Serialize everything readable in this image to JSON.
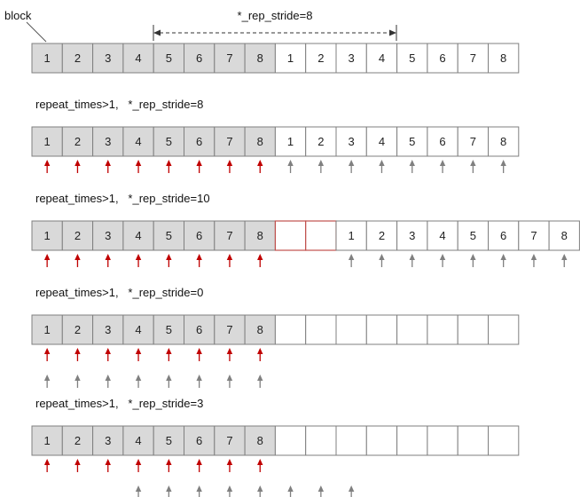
{
  "top": {
    "block_label": "block",
    "stride_label": "*_rep_stride=8",
    "cells": [
      "1",
      "2",
      "3",
      "4",
      "5",
      "6",
      "7",
      "8",
      "1",
      "2",
      "3",
      "4",
      "5",
      "6",
      "7",
      "8"
    ],
    "gray_count": 8
  },
  "colors": {
    "gray_fill": "#d9d9d9",
    "cell_border": "#7f7f7f",
    "empty_red_border": "#c0504d",
    "arrow_red": "#c00000",
    "arrow_gray": "#808080"
  },
  "rows": [
    {
      "caption": "repeat_times>1,   *_rep_stride=8",
      "cells": [
        "1",
        "2",
        "3",
        "4",
        "5",
        "6",
        "7",
        "8",
        "1",
        "2",
        "3",
        "4",
        "5",
        "6",
        "7",
        "8"
      ],
      "empty_red_cells": 0,
      "red_arrows": 8,
      "gray_arrow_level": "same",
      "gray_arrows_from": 8,
      "gray_arrows_count": 8
    },
    {
      "caption": "repeat_times>1,   *_rep_stride=10",
      "cells": [
        "1",
        "2",
        "3",
        "4",
        "5",
        "6",
        "7",
        "8",
        "",
        "",
        "1",
        "2",
        "3",
        "4",
        "5",
        "6",
        "7",
        "8"
      ],
      "empty_red_cells": 2,
      "red_arrows": 8,
      "gray_arrow_level": "same",
      "gray_arrows_from": 10,
      "gray_arrows_count": 8
    },
    {
      "caption": "repeat_times>1,   *_rep_stride=0",
      "cells": [
        "1",
        "2",
        "3",
        "4",
        "5",
        "6",
        "7",
        "8",
        "",
        "",
        "",
        "",
        "",
        "",
        "",
        ""
      ],
      "empty_red_cells": 0,
      "red_arrows": 8,
      "gray_arrow_level": "below",
      "gray_arrows_from": 0,
      "gray_arrows_count": 8
    },
    {
      "caption": "repeat_times>1,   *_rep_stride=3",
      "cells": [
        "1",
        "2",
        "3",
        "4",
        "5",
        "6",
        "7",
        "8",
        "",
        "",
        "",
        "",
        "",
        "",
        "",
        ""
      ],
      "empty_red_cells": 0,
      "red_arrows": 8,
      "gray_arrow_level": "below",
      "gray_arrows_from": 3,
      "gray_arrows_count": 8
    }
  ]
}
